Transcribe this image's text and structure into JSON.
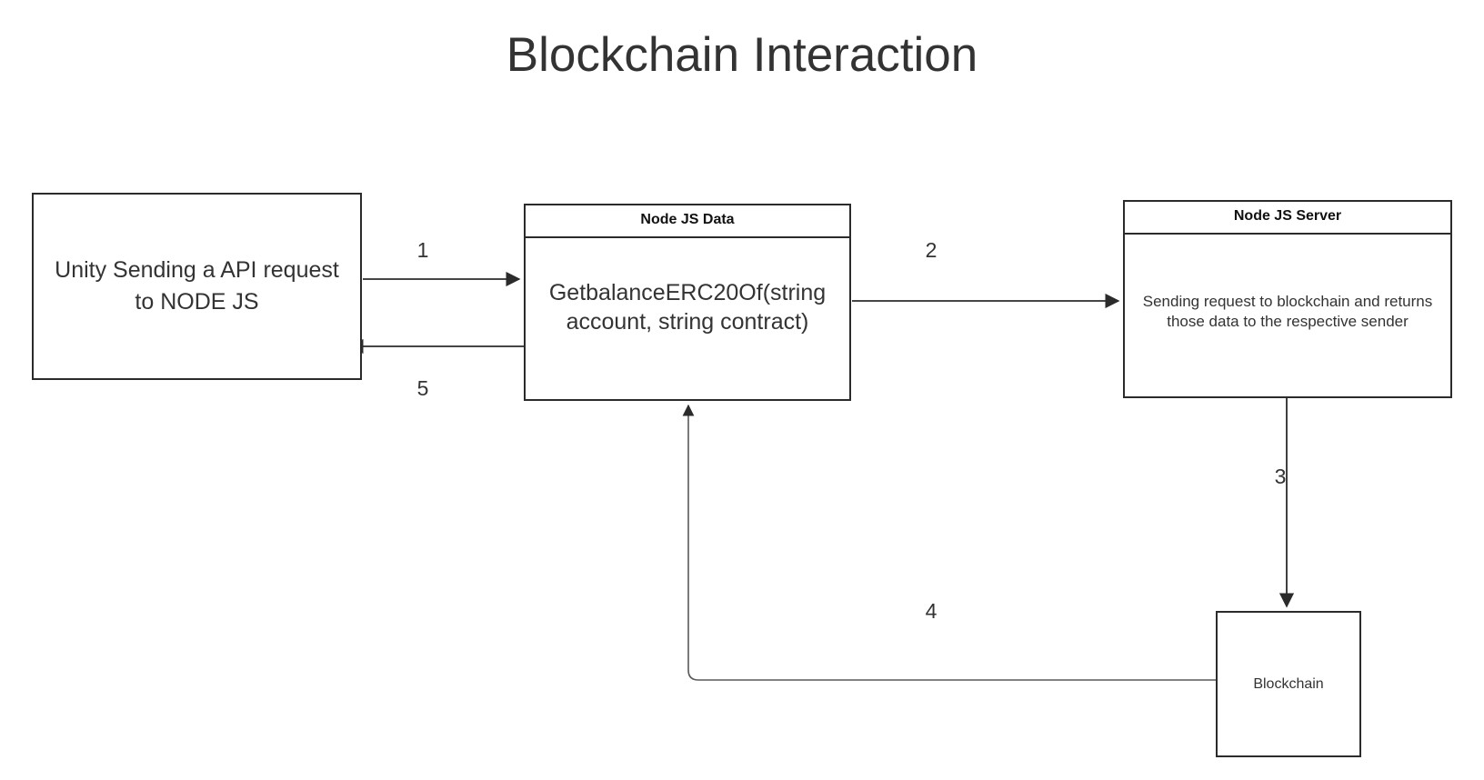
{
  "title": "Blockchain Interaction",
  "nodes": {
    "unity": {
      "body": "Unity Sending a API request to NODE JS"
    },
    "nodejs_data": {
      "header": "Node JS Data",
      "body": "GetbalanceERC20Of(string account, string contract)"
    },
    "nodejs_server": {
      "header": "Node JS Server",
      "body": "Sending request to blockchain and returns those data to the respective sender"
    },
    "blockchain": {
      "body": "Blockchain"
    }
  },
  "edges": [
    {
      "id": "1",
      "label": "1",
      "from": "unity",
      "to": "nodejs_data",
      "direction": "right"
    },
    {
      "id": "2",
      "label": "2",
      "from": "nodejs_data",
      "to": "nodejs_server",
      "direction": "right"
    },
    {
      "id": "3",
      "label": "3",
      "from": "nodejs_server",
      "to": "blockchain",
      "direction": "down"
    },
    {
      "id": "4",
      "label": "4",
      "from": "blockchain",
      "to": "nodejs_data",
      "direction": "left-up"
    },
    {
      "id": "5",
      "label": "5",
      "from": "nodejs_data",
      "to": "unity",
      "direction": "left"
    }
  ],
  "colors": {
    "background": "#ffffff",
    "stroke": "#2b2b2b",
    "text": "#333333",
    "header_text": "#111111",
    "thin_stroke": "#4d4d4d"
  }
}
